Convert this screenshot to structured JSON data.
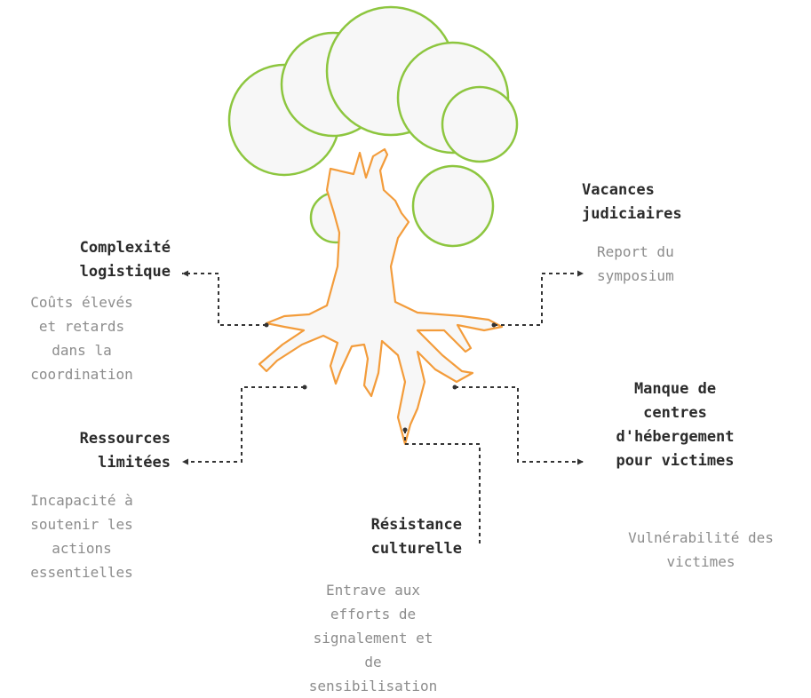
{
  "colors": {
    "canopy_stroke": "#8dc63f",
    "trunk_stroke": "#f39c3b",
    "connector": "#333333",
    "title_text": "#2b2b2b",
    "description_text": "#8c8c8c"
  },
  "challenges": [
    {
      "title_lines": [
        "Complexité",
        "logistique"
      ],
      "description_lines": [
        "Coûts élevés",
        "et retards",
        "dans la",
        "coordination"
      ]
    },
    {
      "title_lines": [
        "Ressources",
        "limitées"
      ],
      "description_lines": [
        "Incapacité à",
        "soutenir les",
        "actions",
        "essentielles"
      ]
    },
    {
      "title_lines": [
        "Résistance",
        "culturelle"
      ],
      "description_lines": [
        "Entrave aux",
        "efforts de",
        "signalement et",
        "de",
        "sensibilisation"
      ]
    },
    {
      "title_lines": [
        "Vacances",
        "judiciaires"
      ],
      "description_lines": [
        "Report du",
        "symposium"
      ]
    },
    {
      "title_lines": [
        "Manque de",
        "centres",
        "d'hébergement",
        "pour victimes"
      ],
      "description_lines": [
        "Vulnérabilité des",
        "victimes"
      ]
    }
  ]
}
